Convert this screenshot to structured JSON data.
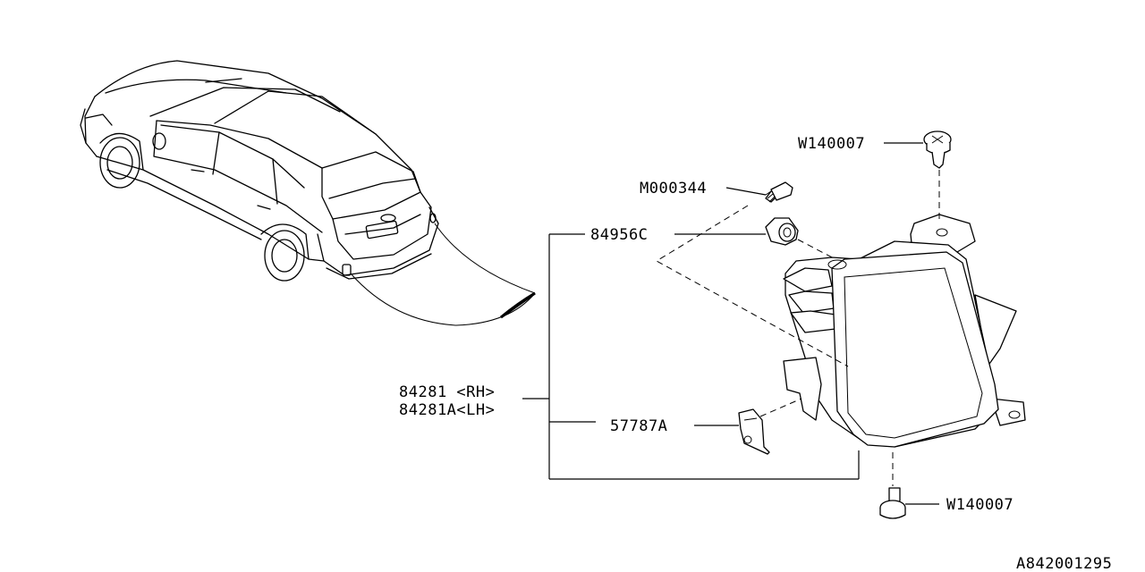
{
  "diagram": {
    "drawing_number": "A842001295",
    "callouts": {
      "w140007_top": "W140007",
      "m000344": "M000344",
      "p84956c": "84956C",
      "p84281_rh": "84281 <RH>",
      "p84281a_lh": "84281A<LH>",
      "p57787a": "57787A",
      "w140007_bottom": "W140007"
    },
    "parts": [
      "vehicle-rear-view",
      "rear-reflector-lamp-assembly",
      "bolt",
      "grommet",
      "clip",
      "screw-top",
      "screw-bottom"
    ]
  }
}
